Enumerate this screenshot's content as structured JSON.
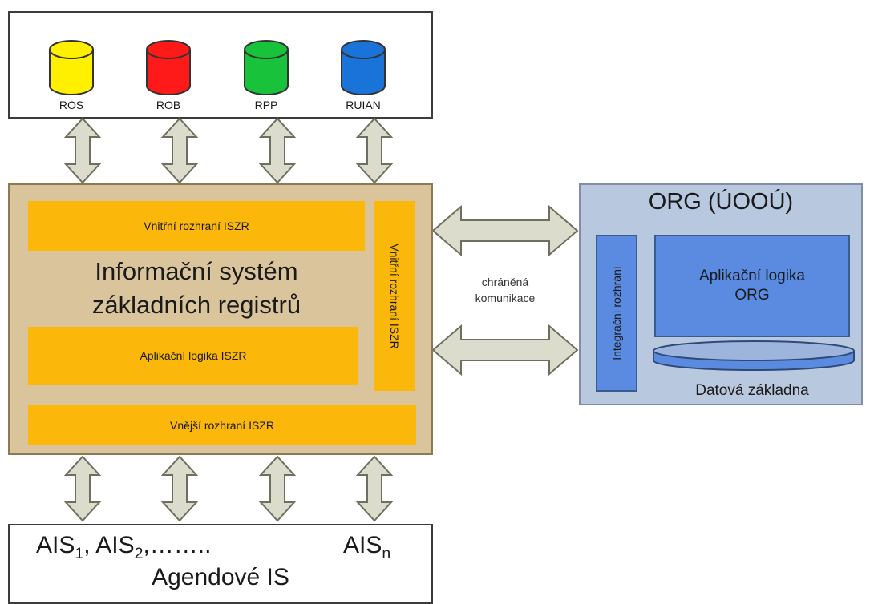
{
  "registers": [
    {
      "label": "ROS",
      "color": "#fff000"
    },
    {
      "label": "ROB",
      "color": "#ff1a1a"
    },
    {
      "label": "RPP",
      "color": "#18c23a"
    },
    {
      "label": "RUIAN",
      "color": "#1a73d9"
    }
  ],
  "iszr": {
    "inner_top": "Vnitřní rozhraní ISZR",
    "inner_right": "Vnitřní rozhraní ISZR",
    "title_line1": "Informační systém",
    "title_line2": "základních registrů",
    "logic": "Aplikační logika ISZR",
    "outer": "Vnější rozhraní ISZR"
  },
  "connection_label_1": "chráněná",
  "connection_label_2": "komunikace",
  "org": {
    "title": "ORG (ÚOOÚ)",
    "integration": "Integrační rozhraní",
    "logic_line1": "Aplikační logika",
    "logic_line2": "ORG",
    "database": "Datová základna"
  },
  "agenda": {
    "ais_1": "AIS",
    "ais_1_sub": "1",
    "ais_2": ", AIS",
    "ais_2_sub": "2",
    "ais_dots": ",……..",
    "ais_n": "AIS",
    "ais_n_sub": "n",
    "title": "Agendové IS"
  }
}
